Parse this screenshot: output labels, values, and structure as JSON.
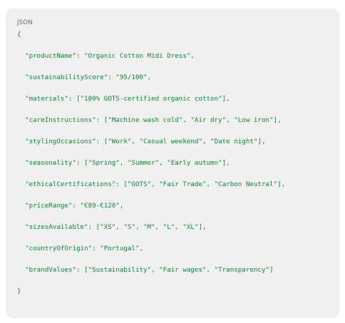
{
  "code_block": {
    "language_label": "JSON",
    "lines": [
      "{",
      "",
      "  \"productName\": \"Organic Cotton Midi Dress\",",
      "",
      "  \"sustainabilityScore\": \"95/100\",",
      "",
      "  \"materials\": [\"100% GOTS-certified organic cotton\"],",
      "",
      "  \"careInstructions\": [\"Machine wash cold\", \"Air dry\", \"Low iron\"],",
      "",
      "  \"stylingOccasions\": [\"Work\", \"Casual weekend\", \"Date night\"],",
      "",
      "  \"seasonality\": [\"Spring\", \"Summer\", \"Early autumn\"],",
      "",
      "  \"ethicalCertifications\": [\"GOTS\", \"Fair Trade\", \"Carbon Neutral\"],",
      "",
      "  \"priceRange\": \"€89-€120\",",
      "",
      "  \"sizesAvailable\": [\"XS\", \"S\", \"M\", \"L\", \"XL\"],",
      "",
      "  \"countryOfOrigin\": \"Portugal\",",
      "",
      "  \"brandValues\": [\"Sustainability\", \"Fair wages\", \"Transparency\"]",
      "",
      "}"
    ]
  },
  "colors": {
    "panel_background": "#f0f0f0",
    "page_background": "#ffffff",
    "code_text": "#188038",
    "label_text": "#5f6368"
  }
}
